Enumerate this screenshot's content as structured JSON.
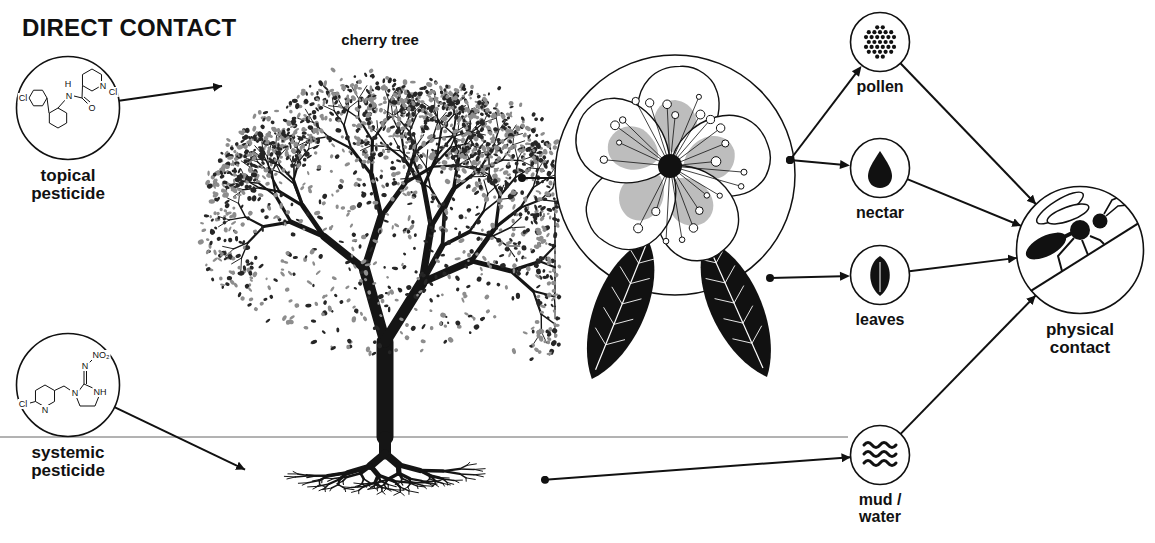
{
  "diagram": {
    "title": "DIRECT CONTACT",
    "nodes": [
      {
        "text": [
          "topical pesticide"
        ]
      },
      {
        "text": [
          "cherry tree"
        ]
      },
      {
        "text": [
          "systemic pesticide"
        ]
      },
      {
        "text": [
          "pollen"
        ]
      },
      {
        "text": [
          "nectar"
        ]
      },
      {
        "text": [
          "leaves"
        ]
      },
      {
        "text": [
          "mud / water"
        ]
      },
      {
        "text": [
          "physical contact"
        ]
      }
    ],
    "edges": [
      {
        "from": 0,
        "to": 1,
        "arrow": "to"
      },
      {
        "from": 2,
        "to": 1,
        "arrow": "to"
      },
      {
        "from": 1,
        "to": 6,
        "arrow": "to"
      },
      {
        "from": 3,
        "to": 7,
        "arrow": "to"
      },
      {
        "from": 4,
        "to": 7,
        "arrow": "to"
      },
      {
        "from": 5,
        "to": 7,
        "arrow": "to"
      },
      {
        "from": 6,
        "to": 7,
        "arrow": "to"
      }
    ],
    "labels": [
      "Cl",
      "H",
      "N",
      "O",
      "N",
      "Cl",
      "N",
      "NO₂",
      "NH",
      "Cl",
      "N",
      "N"
    ]
  }
}
